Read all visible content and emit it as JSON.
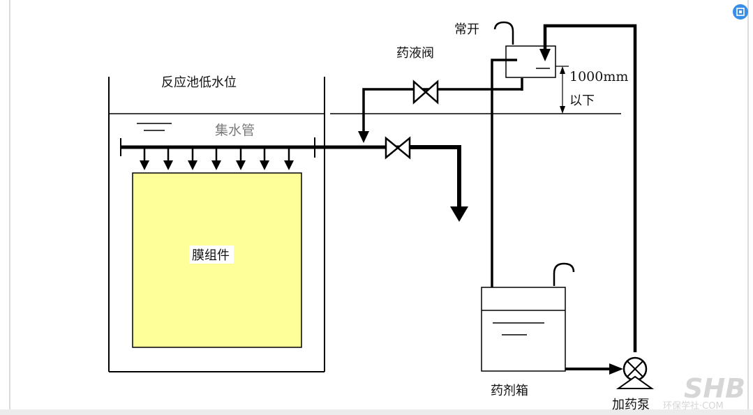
{
  "labels": {
    "reactor_low_level": "反应池低水位",
    "collector_pipe": "集水管",
    "membrane_module": "膜组件",
    "chemical_valve": "药液阀",
    "normally_open": "常开",
    "height_value": "1000mm",
    "height_below": "以下",
    "chemical_tank": "药剂箱",
    "dosing_pump": "加药泵"
  },
  "watermark": {
    "logo": "SHB",
    "site": "环保学社·COM"
  },
  "colors": {
    "line": "#000000",
    "membrane_fill": "#ffff99",
    "frame_border": "#cfcfcf",
    "scrollbar_bg": "#ececec",
    "corner_badge": "#3a8ee6"
  },
  "icons": {
    "corner_badge": "qr-icon"
  }
}
